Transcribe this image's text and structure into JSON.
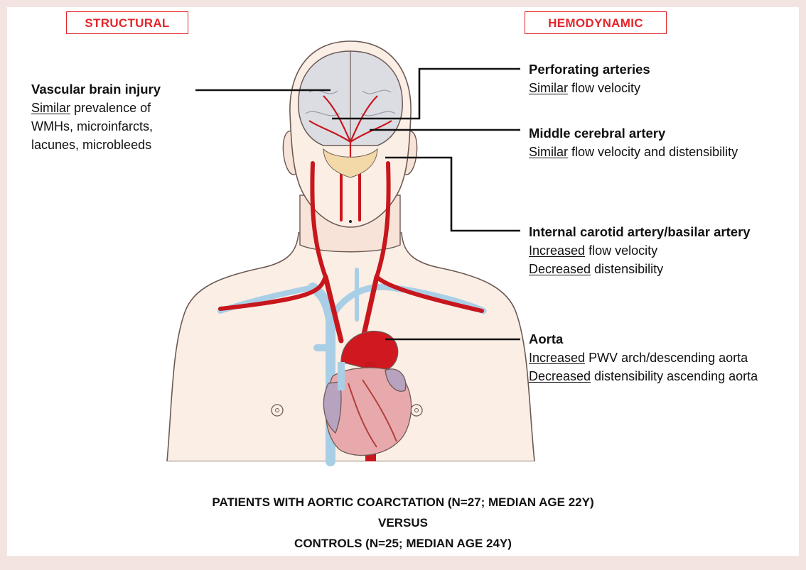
{
  "headers": {
    "structural": "STRUCTURAL",
    "hemodynamic": "HEMODYNAMIC"
  },
  "structural": {
    "title": "Vascular brain injury",
    "qualifier": "Similar",
    "text_line1": " prevalence of",
    "text_line2": "WMHs, microinfarcts,",
    "text_line3": "lacunes, microbleeds"
  },
  "hemodynamic": [
    {
      "title": "Perforating arteries",
      "findings": [
        {
          "qualifier": "Similar",
          "text": " flow velocity"
        }
      ]
    },
    {
      "title": "Middle cerebral artery",
      "findings": [
        {
          "qualifier": "Similar",
          "text": " flow velocity and distensibility"
        }
      ]
    },
    {
      "title": "Internal carotid artery/basilar artery",
      "findings": [
        {
          "qualifier": "Increased",
          "text": " flow velocity"
        },
        {
          "qualifier": "Decreased",
          "text": " distensibility"
        }
      ]
    },
    {
      "title": "Aorta",
      "findings": [
        {
          "qualifier": "Increased",
          "text": " PWV arch/descending aorta"
        },
        {
          "qualifier": "Decreased",
          "text": " distensibility ascending aorta"
        }
      ]
    }
  ],
  "footer": {
    "line1": "PATIENTS WITH AORTIC COARCTATION (N=27; MEDIAN AGE 22Y)",
    "line2": "VERSUS",
    "line3": "CONTROLS (N=25; MEDIAN AGE 24Y)"
  },
  "colors": {
    "accent_red": "#e3262b",
    "artery_red": "#c8161d",
    "vein_blue": "#a9cfe6",
    "skin": "#fbeee5",
    "brain": "#dcdde3"
  }
}
